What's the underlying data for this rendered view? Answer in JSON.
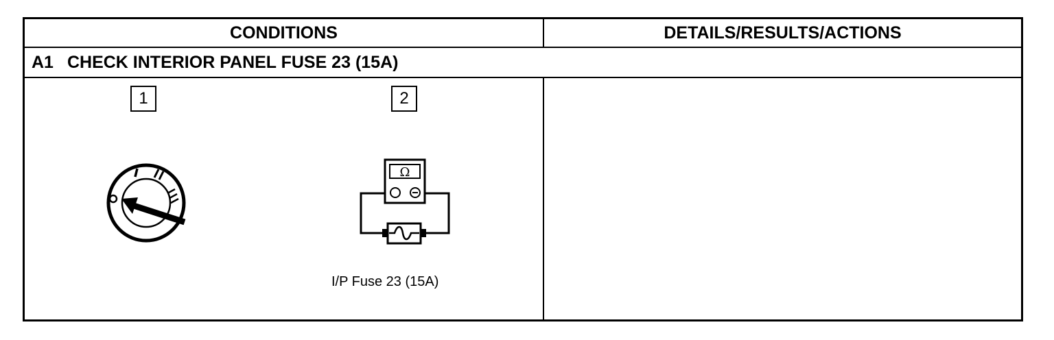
{
  "table": {
    "headers": {
      "conditions": "CONDITIONS",
      "details": "DETAILS/RESULTS/ACTIONS"
    },
    "section": {
      "id": "A1",
      "title": "CHECK INTERIOR PANEL FUSE 23 (15A)"
    },
    "steps": [
      {
        "number": "1",
        "icon": "ignition-switch-icon"
      },
      {
        "number": "2",
        "icon": "ohmmeter-fuse-icon",
        "caption": "I/P Fuse 23 (15A)"
      }
    ],
    "ignition_marks": [
      "0",
      "I",
      "II",
      "III"
    ],
    "meter_symbol": "Ω",
    "details_content": ""
  }
}
